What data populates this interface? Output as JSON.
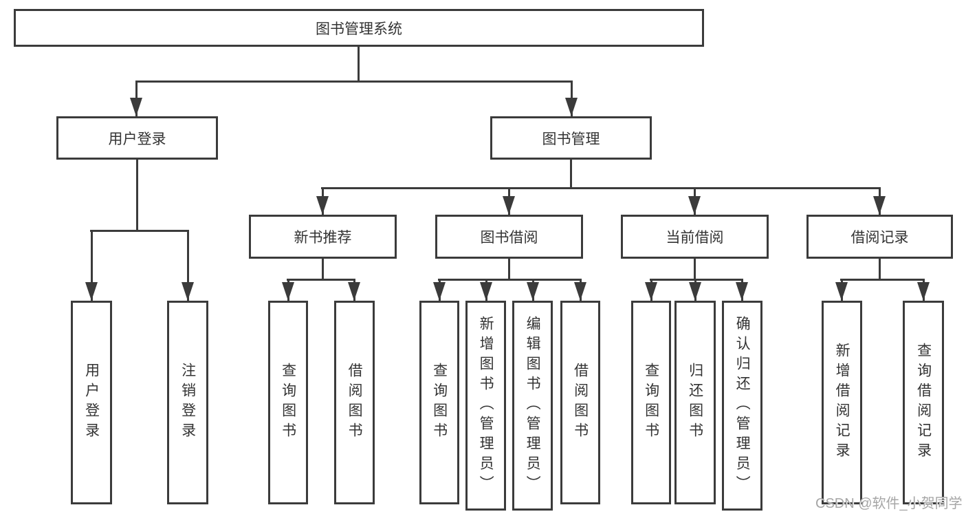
{
  "tree": {
    "label": "图书管理系统",
    "children": [
      {
        "label": "用户登录",
        "children": [
          {
            "label": "用户登录"
          },
          {
            "label": "注销登录"
          }
        ]
      },
      {
        "label": "图书管理",
        "children": [
          {
            "label": "新书推荐",
            "children": [
              {
                "label": "查询图书"
              },
              {
                "label": "借阅图书"
              }
            ]
          },
          {
            "label": "图书借阅",
            "children": [
              {
                "label": "查询图书"
              },
              {
                "label": "新增图书（管理员）"
              },
              {
                "label": "编辑图书（管理员）"
              },
              {
                "label": "借阅图书"
              }
            ]
          },
          {
            "label": "当前借阅",
            "children": [
              {
                "label": "查询图书"
              },
              {
                "label": "归还图书"
              },
              {
                "label": "确认归还（管理员）"
              }
            ]
          },
          {
            "label": "借阅记录",
            "children": [
              {
                "label": "新增借阅记录"
              },
              {
                "label": "查询借阅记录"
              }
            ]
          }
        ]
      }
    ]
  },
  "watermark": {
    "text": "CSDN @软件_小贺同学"
  },
  "colors": {
    "line": "#3b3b3b",
    "text": "#333333",
    "watermark": "#a6a6a6",
    "background": "#ffffff"
  }
}
